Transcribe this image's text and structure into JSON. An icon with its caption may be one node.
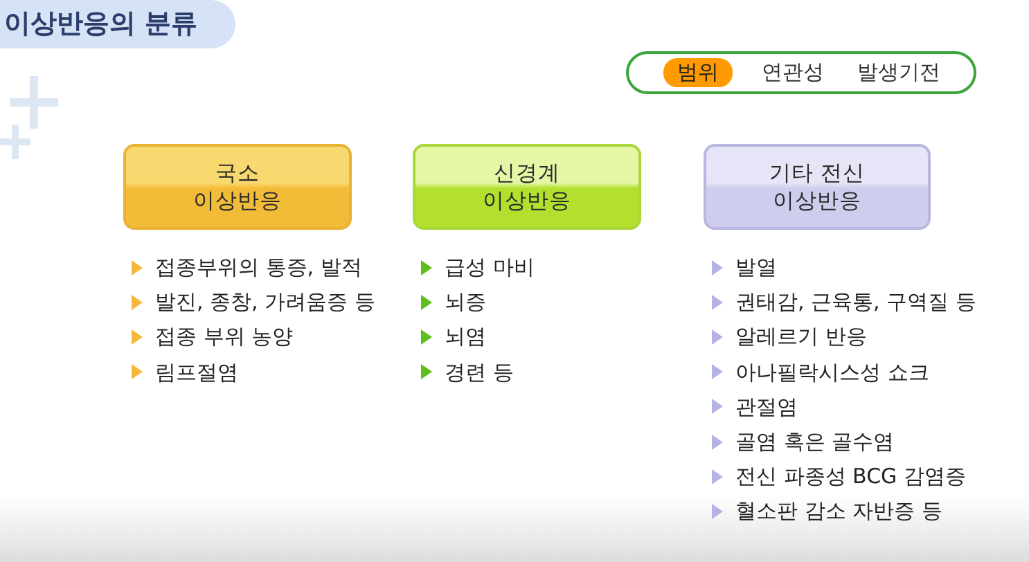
{
  "diagram": {
    "title": "이상반응의 분류",
    "nodes": [
      {
        "text": [
          "연관성",
          "발생기전"
        ]
      },
      {
        "text": [
          "범위"
        ],
        "in": 0
      },
      {
        "text": [
          "국소 이상반응"
        ],
        "beside": [
          "접종부위의 통증, 발적",
          "발진, 종창, 가려움증 등",
          "접종 부위 농양",
          "림프절염"
        ]
      },
      {
        "text": [
          "신경계 이상반응"
        ],
        "beside": [
          "급성 마비",
          "뇌증",
          "뇌염",
          "경련 등"
        ]
      },
      {
        "text": [
          "기타 전신 이상반응"
        ],
        "beside": [
          "발열",
          "권태감, 근육통, 구역질 등",
          "알레르기 반응",
          "아나필락시스성 쇼크",
          "관절염",
          "골염 혹은 골수염",
          "전신 파종성 BCG 감염증",
          "혈소판 감소 자반증 등"
        ]
      }
    ]
  }
}
